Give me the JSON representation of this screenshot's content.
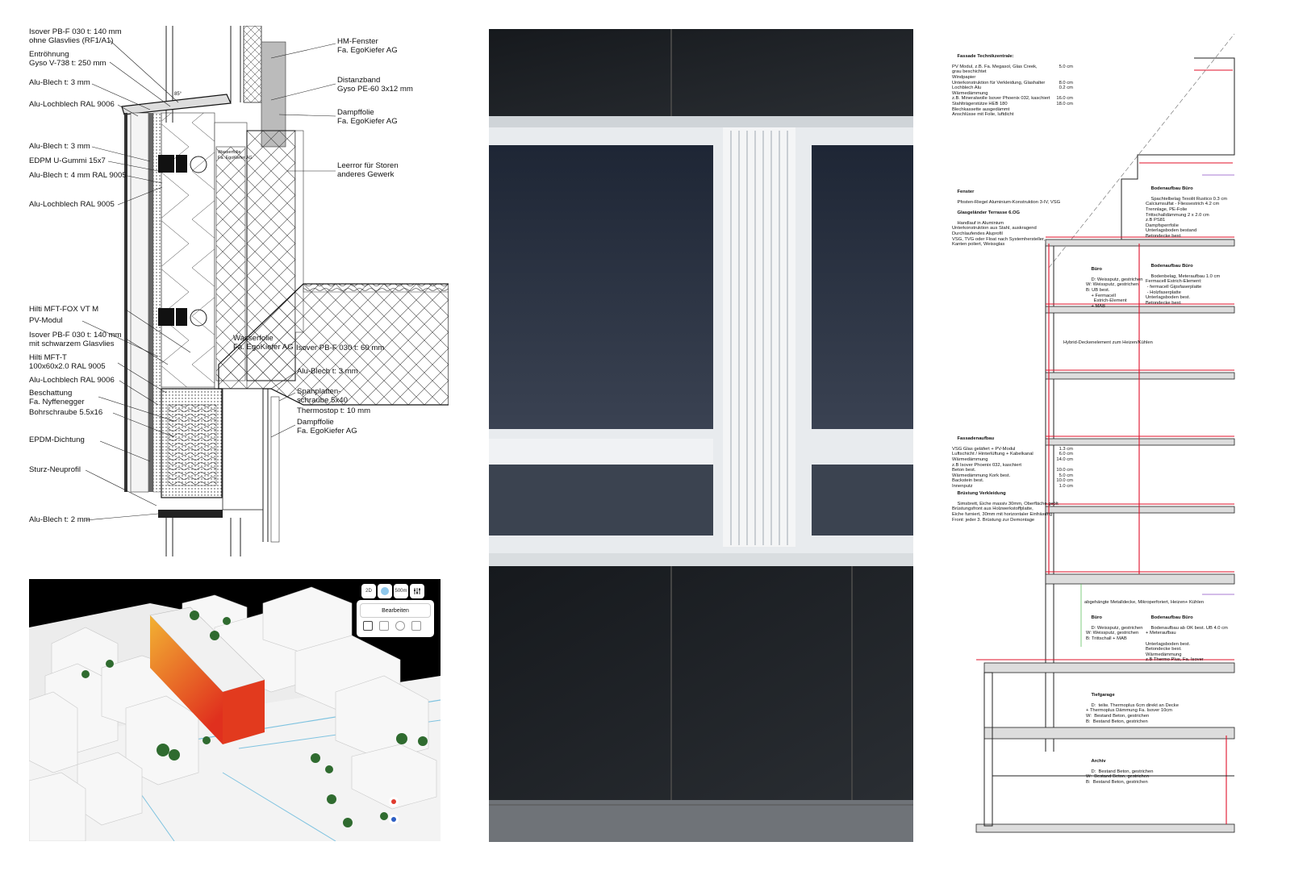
{
  "detail": {
    "left_labels": [
      "Isover PB-F 030 t: 140 mm\nohne Glasvlies (RF1/A1)",
      "Entröhnung\nGyso V-738 t: 250 mm",
      "Alu-Blech t: 3 mm",
      "Alu-Lochblech RAL 9006",
      "Alu-Blech t: 3 mm",
      "EDPM U-Gummi 15x7",
      "Alu-Blech t: 4 mm RAL 9005",
      "Alu-Lochblech RAL 9005",
      "Hilti MFT-FOX VT M",
      "PV-Modul",
      "Isover PB-F 030 t: 140 mm\nmit schwarzem Glasvlies",
      "Hilti MFT-T\n100x60x2.0 RAL 9005",
      "Alu-Lochblech RAL 9006",
      "Beschattung\nFa. Nyffenegger",
      "Bohrschraube 5.5x16",
      "EPDM-Dichtung",
      "Sturz-Neuprofil",
      "Alu-Blech t: 2 mm"
    ],
    "right_labels": [
      "HM-Fenster\nFa. EgoKiefer AG",
      "Distanzband\nGyso PE-60 3x12 mm",
      "Dampffolie\nFa. EgoKiefer AG",
      "Leerror für Storen\nanderes Gewerk"
    ],
    "inner_labels": [
      "Wasserfolie\nFa. EgoKiefer AG",
      "Isover PB-F 030 t: 60 mm",
      "Alu-Blech t: 3 mm",
      "Spanplatten-\nschraube 5x40",
      "Thermostop t: 10 mm",
      "Dampffolie\nFa. EgoKiefer AG"
    ],
    "small_label": "Wasserfolie\nFa. EgoKiefer AG",
    "angle": "85°"
  },
  "map3d": {
    "btn_2d": "2D",
    "btn_scale": "500m",
    "edit_label": "Bearbeiten",
    "colors": {
      "heat_top": "#f2b233",
      "heat_bottom": "#e0301e"
    }
  },
  "section": {
    "facade_title": "Fassade Technikzentrale:",
    "facade_rows": [
      [
        "PV Modul, z.B. Fa. Megasol, Glas Creek,\ngrau beschichtet",
        "5.0 cm"
      ],
      [
        "Windpapier",
        ""
      ],
      [
        "Unterkonstruktion für Verkleidung, Glashalter",
        "8.0 cm"
      ],
      [
        "Lochblech Alu",
        "0.2 cm"
      ],
      [
        "Wärmedämmung",
        ""
      ],
      [
        "z.B. Mineralwolle Isover Phoenix 032, kaschiert",
        "16.0 cm"
      ],
      [
        "Stahlträgerstütze HEB 180",
        "18.0 cm"
      ],
      [
        "Blechkassette ausgedämmt",
        ""
      ],
      [
        "Anschlüsse mit Folie, luftdicht",
        ""
      ]
    ],
    "fenster_title": "Fenster",
    "fenster_text": "Pfosten-Riegel Aluminium-Konstruktion 3-IV, VSG",
    "glas_title": "Glasgeländer Terrasse 6.OG",
    "glas_text": "Handlauf in Aluminium\nUnterkonstruktion aus Stahl, auskragend\nDurchlaufendes Alu­profil\nVSG, TVG oder Float nach Systemhersteller,\nKanten poliert, Weissglas",
    "boden1_title": "Bodenaufbau Büro",
    "boden1_text": "Spachtelbelag Texolit Rustico 0.3 cm\nCalciumsulfat - Fliessestrich 4.2 cm\nTrennlage, PE-Folie\nTrittschalldämmung 2 x 2.0 cm\nz.B PS81\nDampfsperrfolie\nUnterlagsboden bestand\nBetondecke best.",
    "buero1_title": "Büro",
    "buero1_text": "D: Weissputz, gestrichen\nW: Weissputz, gestrichen\nB: UB best.\n    + Fermacell\n      Estrich-Element\n    + MAB",
    "boden2_title": "Bodenaufbau Büro",
    "boden2_text": "Bodenbelag, Meteraufbau 1.0 cm\nFermacell Estrich-Element:\n - fermacell Gipsfaserplatte\n - Holzfaserplatte\nUnterlagsboden best.\nBetondecke best.",
    "hybrid_text": "Hybrid-Deckenelement zum Heizen/Kühlen",
    "fassade2_title": "Fassadenaufbau",
    "fassade2_rows": [
      [
        "VSG Glas geläfert + PV-Modul",
        "1.3 cm"
      ],
      [
        "Luftschicht / Hinterlüftung + Kabelkanal",
        "6.0 cm"
      ],
      [
        "Wärmedämmung",
        "14.0 cm"
      ],
      [
        "z.B Isover Phoenix 032, kaschiert",
        ""
      ],
      [
        "Beton best.",
        "10.0 cm"
      ],
      [
        "Wärmedämmung Kork best.",
        "5.0 cm"
      ],
      [
        "Backstein best.",
        "10.0 cm"
      ],
      [
        "Innenputz",
        "1.0 cm"
      ]
    ],
    "bruestung_title": "Brüstung Verkleidung",
    "bruestung_text": "Simsbrett, Eiche massiv 30mm, Oberfläche geölt\nBrüstungsfront aus Holzwerkstoffplatte,\nEiche furniert, 30mm mit horizontaler Einfräsung\nFront: jeder 3. Brüstung zur Demontage",
    "metall_text": "abgehängte Metalldecke, Mikroperforiert, Heizen+ Kühlen",
    "buero2_title": "Büro",
    "buero2_text": "D: Weissputz, gestrichen\nW: Weissputz, gestrichen\nB: Trittschall + MAB",
    "boden3_title": "Bodenaufbau Büro",
    "boden3_text": "Bodenaufbau ab OK best. UB 4.0 cm\n+ Meteraufbau\n\nUnterlagsboden best.\nBetondecke best.\nWärmedämmung\nz.B Thermo Plus, Fa. Isover",
    "tief_title": "Tiefgarage",
    "tief_text": "D:  teilw. Thermoplus 6cm direkt an Decke\n+ Thermoplus Dämmung Fa. Isover 10cm\nW:  Bestand Beton, gestrichen\nB:  Bestand Beton, gestrichen",
    "archiv_title": "Archiv",
    "archiv_text": "D:  Bestand Beton, gestrichen\nW:  Bestand Beton, gestrichen\nB:  Bestand Beton, gestrichen"
  }
}
